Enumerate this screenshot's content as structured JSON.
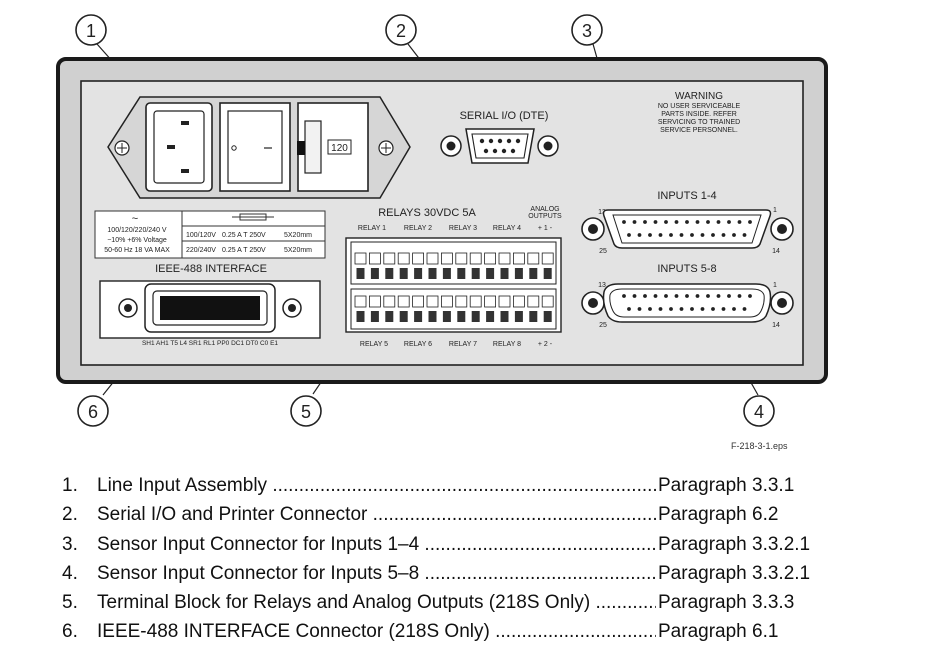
{
  "callouts": [
    "1",
    "2",
    "3",
    "4",
    "5",
    "6"
  ],
  "panel": {
    "serial_label": "SERIAL I/O (DTE)",
    "warning_title": "WARNING",
    "warning_lines": [
      "NO USER SERVICEABLE",
      "PARTS INSIDE. REFER",
      "SERVICING TO TRAINED",
      "SERVICE PERSONNEL."
    ],
    "fuse_window": "120",
    "ac_symbol": "~",
    "power_lines": [
      "100/120/220/240 V",
      "−10% +6% Voltage",
      "50-60 Hz 18 VA MAX"
    ],
    "fuse_rows": [
      [
        "100/120V",
        "0.25 A T 250V",
        "5X20mm"
      ],
      [
        "220/240V",
        "0.25 A T 250V",
        "5X20mm"
      ]
    ],
    "ieee_label": "IEEE-488 INTERFACE",
    "ieee_codes": "SH1 AH1 T5 L4 SR1 RL1 PP0 DC1 DT0 C0 E1",
    "relays_title": "RELAYS 30VDC 5A",
    "analog_outputs": [
      "ANALOG",
      "OUTPUTS"
    ],
    "relay_top_labels": [
      "RELAY 1",
      "RELAY 2",
      "RELAY 3",
      "RELAY 4",
      "+ 1 -"
    ],
    "relay_bottom_labels": [
      "RELAY 5",
      "RELAY 6",
      "RELAY 7",
      "RELAY 8",
      "+ 2 -"
    ],
    "inputs_1_4": "INPUTS 1-4",
    "inputs_5_8": "INPUTS 5-8",
    "pin_13": "13",
    "pin_1": "1",
    "pin_25": "25",
    "pin_14": "14"
  },
  "file_tag": "F-218-3-1.eps",
  "legend": [
    {
      "num": "1.",
      "desc": "Line Input Assembly",
      "para": "Paragraph 3.3.1"
    },
    {
      "num": "2.",
      "desc": "Serial I/O and Printer Connector",
      "para": "Paragraph 6.2"
    },
    {
      "num": "3.",
      "desc": "Sensor Input Connector for Inputs 1–4",
      "para": "Paragraph 3.3.2.1"
    },
    {
      "num": "4.",
      "desc": "Sensor Input Connector for Inputs 5–8",
      "para": "Paragraph 3.3.2.1"
    },
    {
      "num": "5.",
      "desc": "Terminal Block for Relays and Analog Outputs (218S Only)",
      "para": "Paragraph 3.3.3"
    },
    {
      "num": "6.",
      "desc": "IEEE-488 INTERFACE Connector (218S Only)",
      "para": "Paragraph 6.1"
    }
  ]
}
